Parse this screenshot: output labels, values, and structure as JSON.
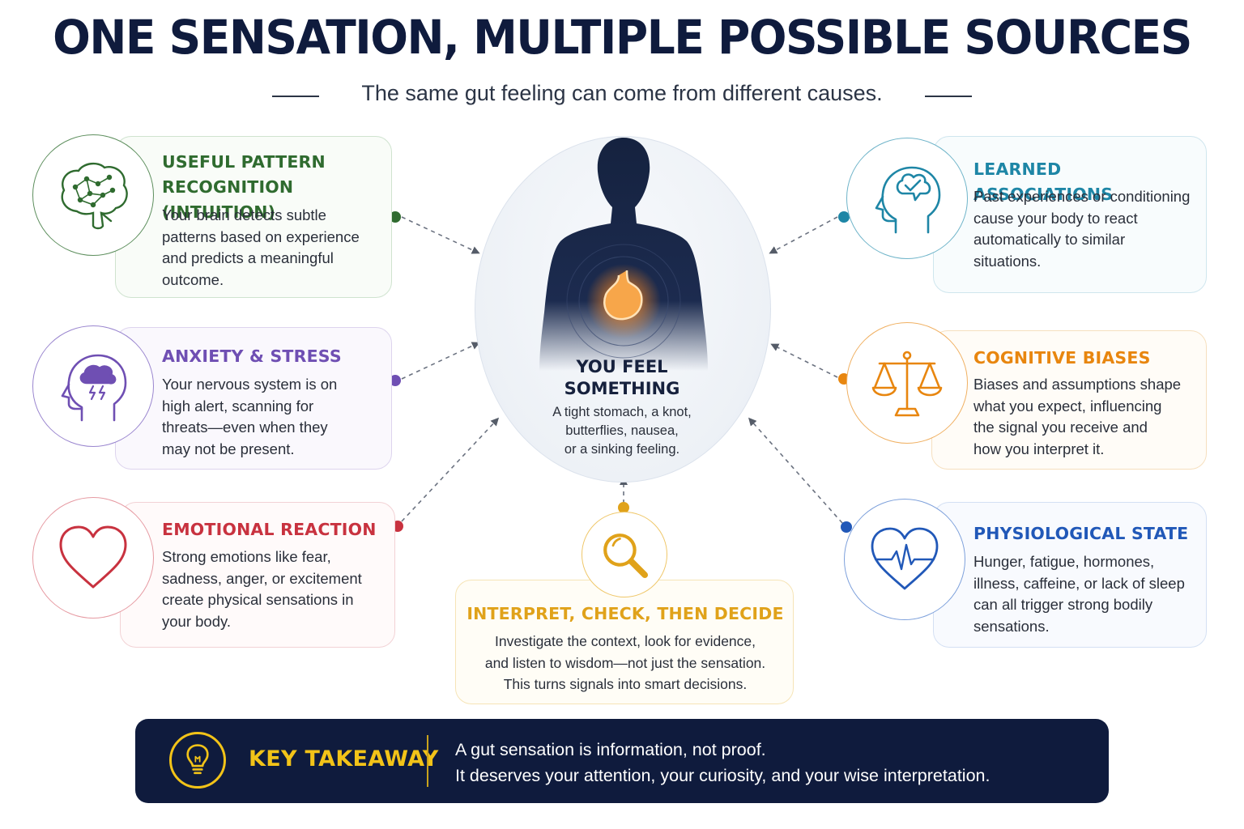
{
  "title": "ONE SENSATION, MULTIPLE POSSIBLE SOURCES",
  "subtitle": "The same gut feeling can come from different causes.",
  "colors": {
    "navy": "#0f1b3d",
    "green": "#2f6b2f",
    "purple": "#6f4fb3",
    "red": "#c8323f",
    "teal": "#1e86a6",
    "orange": "#e8860f",
    "blue": "#2158b8",
    "gold": "#e0a21a",
    "takeaway_accent": "#f2c318"
  },
  "center": {
    "title_line1": "YOU FEEL",
    "title_line2": "SOMETHING",
    "desc_line1": "A tight stomach, a knot,",
    "desc_line2": "butterflies, nausea,",
    "desc_line3": "or a sinking feeling.",
    "icon": "person-silhouette-stomach-icon"
  },
  "sources": {
    "intuition": {
      "head_line1": "USEFUL PATTERN",
      "head_line2": "RECOGNITION (INTUITION)",
      "body": [
        "Your brain detects subtle",
        "patterns based on experience",
        "and predicts a meaningful",
        "outcome."
      ],
      "icon": "brain-network-icon"
    },
    "anxiety": {
      "head_line1": "ANXIETY & STRESS",
      "body": [
        "Your nervous system is on",
        "high alert, scanning for",
        "threats—even when they",
        "may not be present."
      ],
      "icon": "head-storm-icon"
    },
    "emotional": {
      "head_line1": "EMOTIONAL REACTION",
      "body": [
        "Strong emotions like fear,",
        "sadness, anger, or excitement",
        "create physical sensations in",
        "your body."
      ],
      "icon": "heart-icon"
    },
    "learned": {
      "head_line1": "LEARNED ASSOCIATIONS",
      "body": [
        "Past experiences or conditioning",
        "cause your body to react",
        "automatically to similar",
        "situations."
      ],
      "icon": "head-checkmark-icon"
    },
    "biases": {
      "head_line1": "COGNITIVE BIASES",
      "body": [
        "Biases and assumptions shape",
        "what you expect, influencing",
        "the signal you receive and",
        "how you interpret it."
      ],
      "icon": "balance-scale-icon"
    },
    "physiological": {
      "head_line1": "PHYSIOLOGICAL STATE",
      "body": [
        "Hunger, fatigue, hormones,",
        "illness, caffeine, or lack of sleep",
        "can all trigger strong bodily",
        "sensations."
      ],
      "icon": "heart-pulse-icon"
    },
    "interpret": {
      "head_line1": "INTERPRET, CHECK, THEN DECIDE",
      "body": [
        "Investigate the context, look for evidence,",
        "and listen to wisdom—not just the sensation.",
        "This turns signals into smart decisions."
      ],
      "icon": "magnifier-icon"
    }
  },
  "takeaway": {
    "label": "KEY TAKEAWAY",
    "line1": "A gut sensation is information, not proof.",
    "line2": "It deserves your attention, your curiosity, and your wise interpretation.",
    "icon": "lightbulb-icon"
  }
}
